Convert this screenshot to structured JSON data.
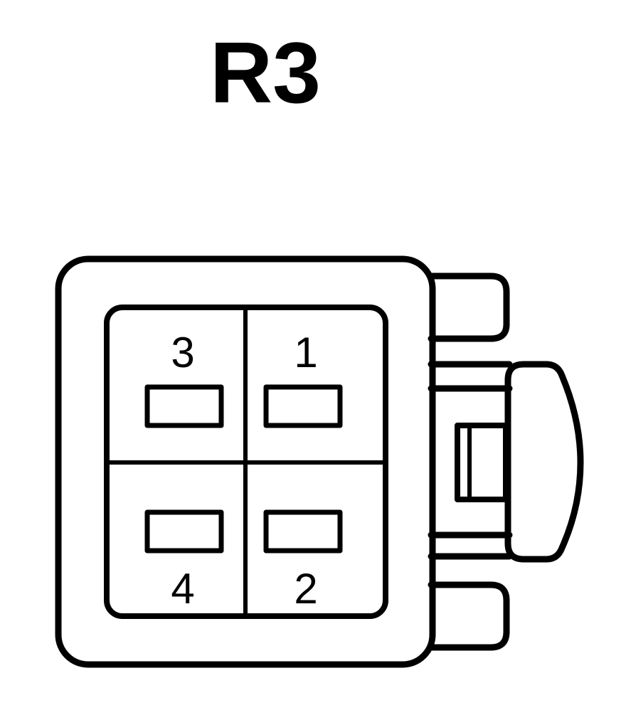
{
  "title": "R3",
  "colors": {
    "stroke": "#000000",
    "background": "#ffffff"
  },
  "pins": {
    "top_left": "3",
    "top_right": "1",
    "bottom_left": "4",
    "bottom_right": "2"
  }
}
